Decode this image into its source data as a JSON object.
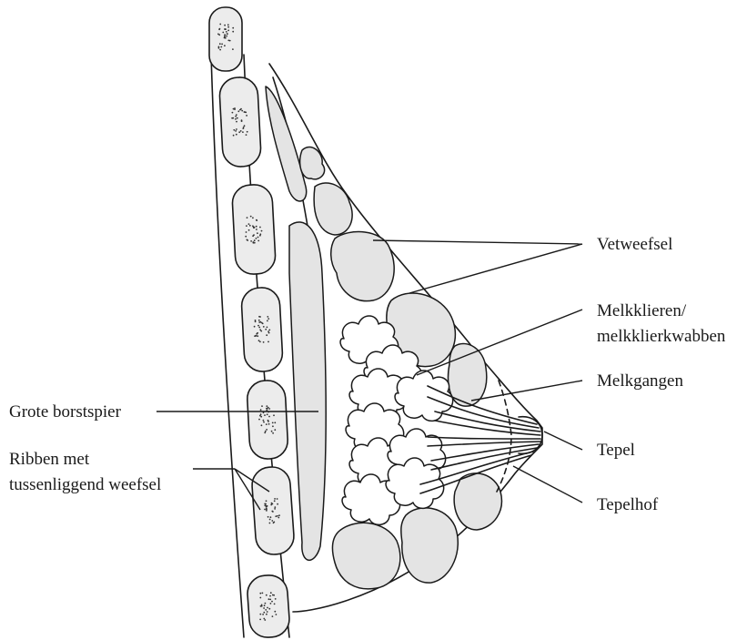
{
  "labels": {
    "vetweefsel": "Vetweefsel",
    "melkklieren_line1": "Melkklieren/",
    "melkklieren_line2": "melkklierkwabben",
    "melkgangen": "Melkgangen",
    "tepel": "Tepel",
    "tepelhof": "Tepelhof",
    "grote_borstspier": "Grote borstspier",
    "ribben_line1": "Ribben met",
    "ribben_line2": "tussenliggend weefsel"
  },
  "colors": {
    "ink": "#1a1a1a",
    "fill_grey": "#e4e4e4",
    "background": "#ffffff"
  }
}
